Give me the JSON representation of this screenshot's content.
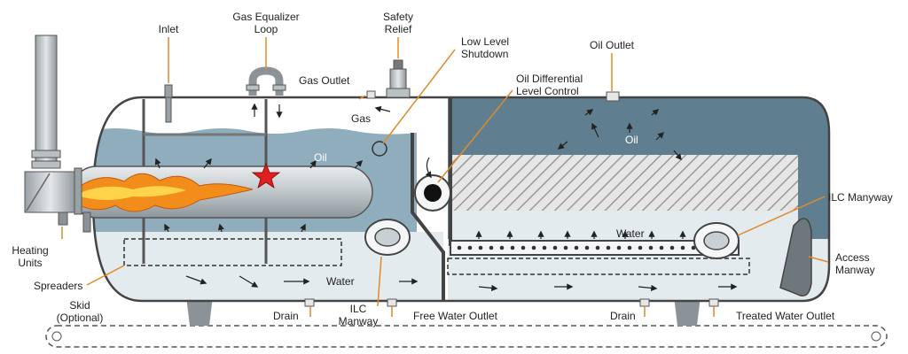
{
  "labels": {
    "inlet": "Inlet",
    "gas_equalizer_loop": "Gas Equalizer\nLoop",
    "safety_relief": "Safety\nRelief",
    "low_level_shutdown": "Low Level\nShutdown",
    "oil_outlet": "Oil Outlet",
    "gas_outlet": "Gas Outlet",
    "oil_differential_level_control": "Oil Differential\nLevel Control",
    "gas": "Gas",
    "oil_left": "Oil",
    "oil_right": "Oil",
    "ilc_manway_right": "ILC Manyway",
    "water_right": "Water",
    "heating_units": "Heating\nUnits",
    "spreaders": "Spreaders",
    "water_left": "Water",
    "access_manway": "Access\nManway",
    "skid": "Skid\n(Optional)",
    "drain_left": "Drain",
    "ilc_manway_left": "ILC\nManway",
    "free_water_outlet": "Free Water Outlet",
    "drain_right": "Drain",
    "treated_water_outlet": "Treated Water Outlet"
  },
  "colors": {
    "oil_fill": "#8fadbd",
    "oil_right_fill": "#5f7f90",
    "water_fill": "#e4ebee",
    "callout": "#e08a2a",
    "outline": "#444444",
    "flame": "#f28c1a",
    "star": "#e02020"
  }
}
